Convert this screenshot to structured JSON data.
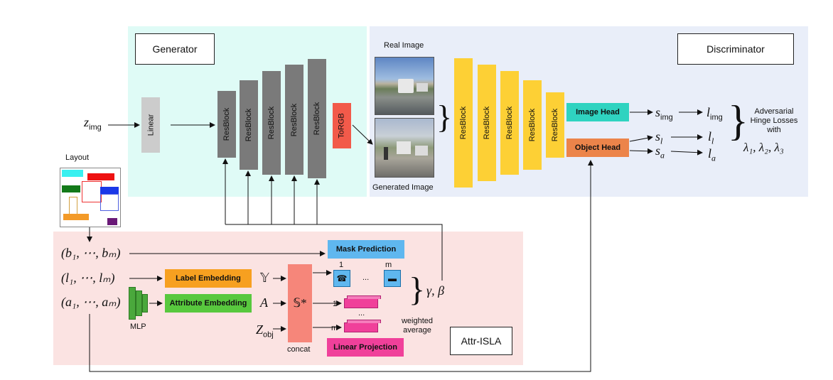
{
  "generator": {
    "title": "Generator",
    "linear_label": "Linear",
    "resblock_label": "ResBlock",
    "torgb_label": "ToRGB",
    "z_img_label": "z",
    "z_img_sub": "img"
  },
  "discriminator": {
    "title": "Discriminator",
    "real_image_label": "Real Image",
    "generated_image_label": "Generated Image",
    "resblock_label": "ResBlock",
    "image_head_label": "Image Head",
    "object_head_label": "Object Head",
    "s_img": "s",
    "s_img_sub": "img",
    "s_l": "s",
    "s_l_sub": "l",
    "s_a": "s",
    "s_a_sub": "a",
    "l_img": "l",
    "l_img_sub": "img",
    "l_l": "l",
    "l_l_sub": "l",
    "l_a": "l",
    "l_a_sub": "a",
    "loss_text_1": "Adversarial",
    "loss_text_2": "Hinge Losses",
    "loss_text_3": "with",
    "lambdas": "λ₁, λ₂, λ₃"
  },
  "layout_panel": {
    "title": "Layout"
  },
  "isla": {
    "title": "Attr-ISLA",
    "b_tuple": "(b₁, ⋯, bₘ)",
    "l_tuple": "(l₁, ⋯, lₘ)",
    "a_tuple": "(a₁, ⋯, aₘ)",
    "label_embedding": "Label Embedding",
    "attribute_embedding": "Attribute Embedding",
    "mlp_label": "MLP",
    "Y_symbol": "𝕐",
    "A_symbol": "A",
    "Z_obj": "Z",
    "Z_obj_sub": "obj",
    "S_star": "𝕊*",
    "concat_label": "concat",
    "mask_prediction": "Mask Prediction",
    "linear_projection": "Linear Projection",
    "index_1": "1",
    "index_m": "m",
    "dots": "...",
    "gamma_beta": "γ, β",
    "weighted_average_1": "weighted",
    "weighted_average_2": "average"
  },
  "colors": {
    "generator_bg": "#dffbf6",
    "discriminator_bg": "#e9eef9",
    "isla_bg": "#fbe3e2",
    "resblock_gray": "#7a7a7a",
    "linear_gray": "#cccccc",
    "torgb_red": "#f25a4a",
    "disc_yellow": "#fdd035",
    "image_head_teal": "#2fd3c0",
    "object_head_orange": "#ec844a",
    "label_emb_orange": "#f7a020",
    "attr_emb_green": "#58c83e",
    "mlp_green": "#4aa83c",
    "concat_salmon": "#f6867a",
    "mask_pred_blue": "#5fb7ef",
    "lin_proj_pink": "#f0409a"
  }
}
